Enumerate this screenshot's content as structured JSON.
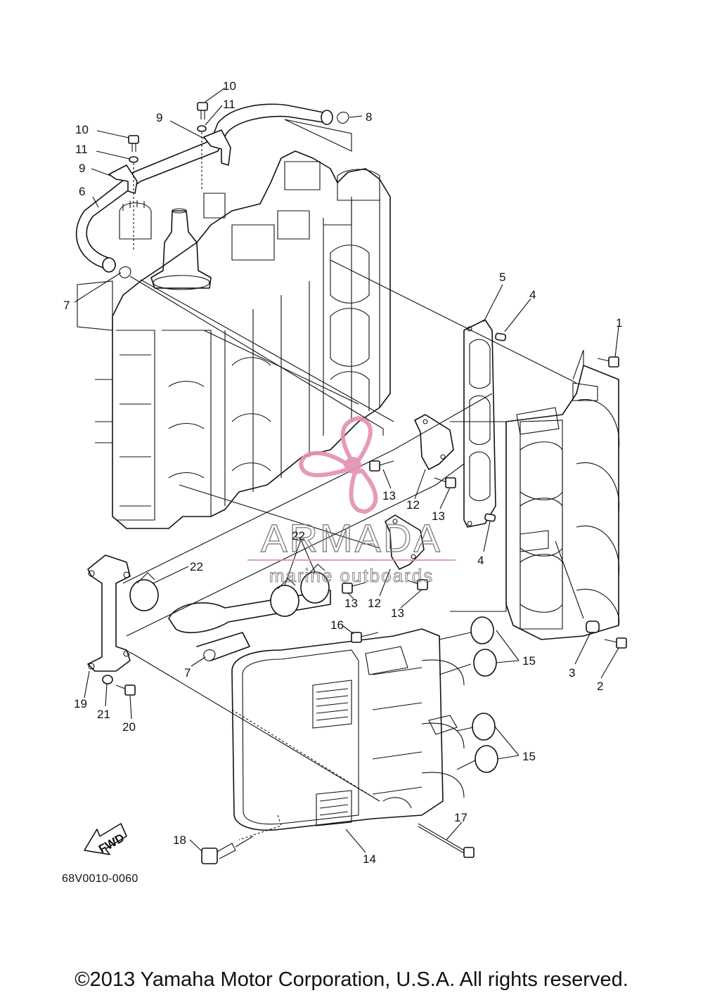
{
  "diagram": {
    "callouts": [
      {
        "id": "c1",
        "text": "1"
      },
      {
        "id": "c2",
        "text": "2"
      },
      {
        "id": "c3",
        "text": "3"
      },
      {
        "id": "c4a",
        "text": "4"
      },
      {
        "id": "c4b",
        "text": "4"
      },
      {
        "id": "c5",
        "text": "5"
      },
      {
        "id": "c6",
        "text": "6"
      },
      {
        "id": "c7a",
        "text": "7"
      },
      {
        "id": "c7b",
        "text": "7"
      },
      {
        "id": "c8",
        "text": "8"
      },
      {
        "id": "c9a",
        "text": "9"
      },
      {
        "id": "c9b",
        "text": "9"
      },
      {
        "id": "c10a",
        "text": "10"
      },
      {
        "id": "c10b",
        "text": "10"
      },
      {
        "id": "c11a",
        "text": "11"
      },
      {
        "id": "c11b",
        "text": "11"
      },
      {
        "id": "c12a",
        "text": "12"
      },
      {
        "id": "c12b",
        "text": "12"
      },
      {
        "id": "c13a",
        "text": "13"
      },
      {
        "id": "c13b",
        "text": "13"
      },
      {
        "id": "c13c",
        "text": "13"
      },
      {
        "id": "c13d",
        "text": "13"
      },
      {
        "id": "c14",
        "text": "14"
      },
      {
        "id": "c15a",
        "text": "15"
      },
      {
        "id": "c15b",
        "text": "15"
      },
      {
        "id": "c16",
        "text": "16"
      },
      {
        "id": "c17",
        "text": "17"
      },
      {
        "id": "c18",
        "text": "18"
      },
      {
        "id": "c19",
        "text": "19"
      },
      {
        "id": "c20",
        "text": "20"
      },
      {
        "id": "c21",
        "text": "21"
      },
      {
        "id": "c22a",
        "text": "22"
      },
      {
        "id": "c22b",
        "text": "22"
      }
    ],
    "fwd_label": "FWD",
    "part_code": "68V0010-0060"
  },
  "watermark": {
    "brand": "ARMADA",
    "tagline": "marine outboards",
    "color": "#e58fb3"
  },
  "footer": {
    "copyright": "©2013 Yamaha Motor Corporation, U.S.A. All rights reserved."
  }
}
